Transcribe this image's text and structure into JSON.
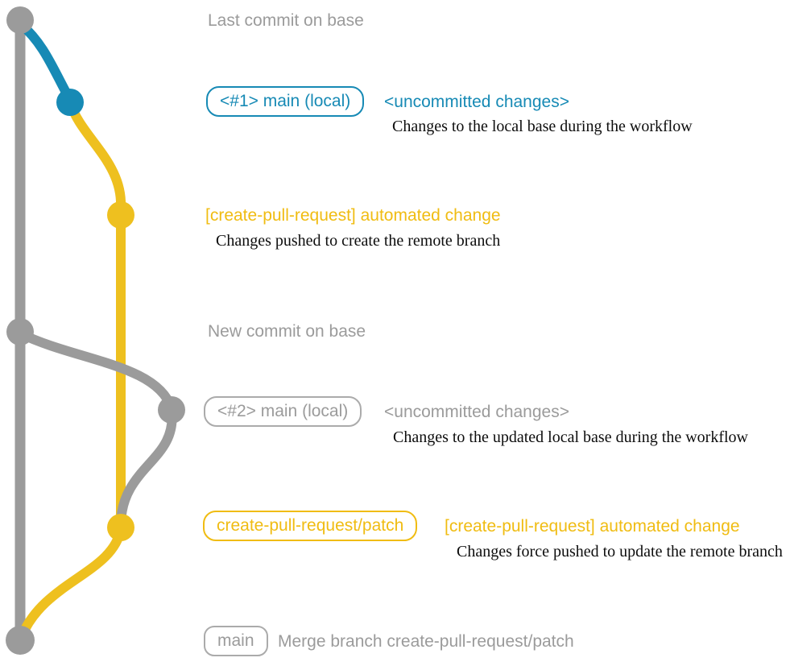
{
  "colors": {
    "base_gray": "#9b9b9b",
    "box_border_gray": "#ababab",
    "teal": "#178ab5",
    "yellow_line": "#eec01f",
    "yellow_text": "#f0bc12",
    "description_text": "#0d0d0d",
    "background": "#ffffff"
  },
  "graph": {
    "commit_dot_colors_top_to_bottom": [
      "gray",
      "teal",
      "yellow",
      "gray",
      "gray",
      "yellow",
      "gray"
    ]
  },
  "annotations": {
    "last_commit": "Last commit on base",
    "new_commit": "New commit on base",
    "row1": {
      "badge": "<#1> main (local)",
      "title": "<uncommitted changes>",
      "desc": "Changes to the local base during the workflow"
    },
    "row2": {
      "title": "[create-pull-request] automated change",
      "desc": "Changes pushed to create the remote branch"
    },
    "row3": {
      "badge": "<#2> main (local)",
      "title": "<uncommitted changes>",
      "desc": "Changes to the updated local base during the workflow"
    },
    "row4": {
      "badge": "create-pull-request/patch",
      "title": "[create-pull-request] automated change",
      "desc": "Changes force pushed to update the remote branch"
    },
    "row5": {
      "badge": "main",
      "title": "Merge branch create-pull-request/patch"
    }
  }
}
